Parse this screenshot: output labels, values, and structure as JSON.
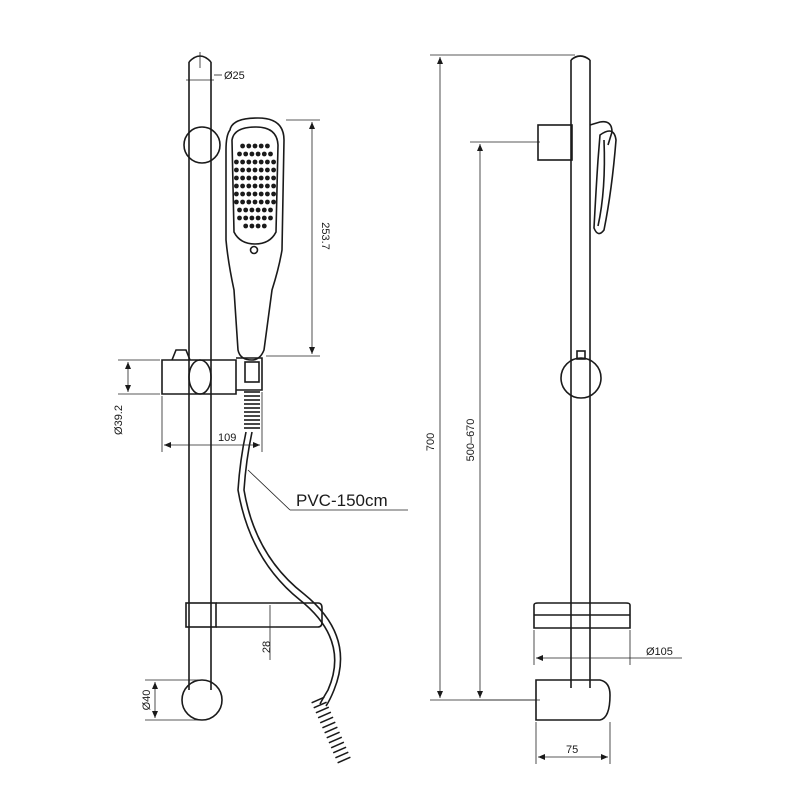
{
  "front_view": {
    "dim_rail_diameter": "Ø25",
    "dim_head_length": "253.7",
    "dim_slider_diameter": "Ø39.2",
    "dim_slider_depth": "109",
    "dim_hose": "PVC-150cm",
    "dim_soap_dish_height": "28",
    "dim_bracket_diameter": "Ø40"
  },
  "side_view": {
    "dim_total_height": "700",
    "dim_adjust_range": "500–670",
    "dim_dish_width": "Ø105",
    "dim_wall_offset": "75"
  }
}
